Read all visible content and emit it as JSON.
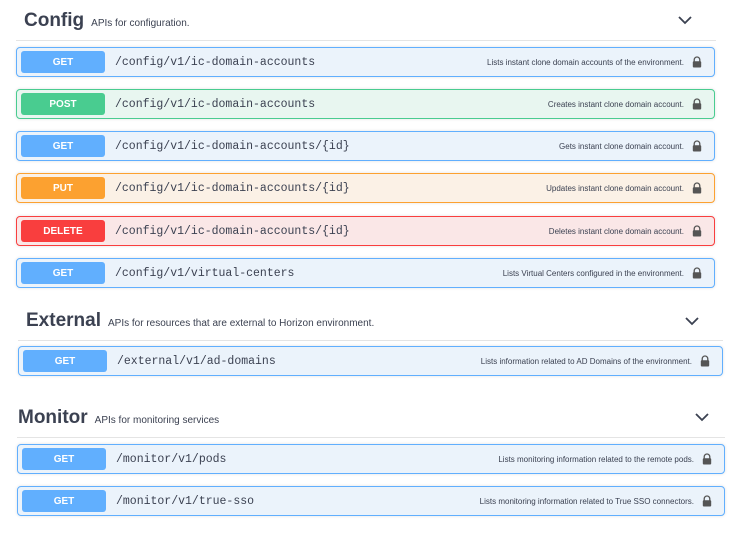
{
  "colors": {
    "get": "#61affe",
    "post": "#49cc90",
    "put": "#fca130",
    "delete": "#f93e3e",
    "text": "#3b4151"
  },
  "sections": [
    {
      "title": "Config",
      "description": "APIs for configuration.",
      "icon": "chevron-down-icon",
      "operations": [
        {
          "method": "GET",
          "path": "/config/v1/ic-domain-accounts",
          "summary": "Lists instant clone domain accounts of the environment.",
          "icon": "lock-icon"
        },
        {
          "method": "POST",
          "path": "/config/v1/ic-domain-accounts",
          "summary": "Creates instant clone domain account.",
          "icon": "lock-icon"
        },
        {
          "method": "GET",
          "path": "/config/v1/ic-domain-accounts/{id}",
          "summary": "Gets instant clone domain account.",
          "icon": "lock-icon"
        },
        {
          "method": "PUT",
          "path": "/config/v1/ic-domain-accounts/{id}",
          "summary": "Updates instant clone domain account.",
          "icon": "lock-icon"
        },
        {
          "method": "DELETE",
          "path": "/config/v1/ic-domain-accounts/{id}",
          "summary": "Deletes instant clone domain account.",
          "icon": "lock-icon"
        },
        {
          "method": "GET",
          "path": "/config/v1/virtual-centers",
          "summary": "Lists Virtual Centers configured in the environment.",
          "icon": "lock-icon"
        }
      ]
    },
    {
      "title": "External",
      "description": "APIs for resources that are external to Horizon environment.",
      "icon": "chevron-down-icon",
      "operations": [
        {
          "method": "GET",
          "path": "/external/v1/ad-domains",
          "summary": "Lists information related to AD Domains of the environment.",
          "icon": "lock-icon"
        }
      ]
    },
    {
      "title": "Monitor",
      "description": "APIs for monitoring services",
      "icon": "chevron-down-icon",
      "operations": [
        {
          "method": "GET",
          "path": "/monitor/v1/pods",
          "summary": "Lists monitoring information related to the remote pods.",
          "icon": "lock-icon"
        },
        {
          "method": "GET",
          "path": "/monitor/v1/true-sso",
          "summary": "Lists monitoring information related to True SSO connectors.",
          "icon": "lock-icon"
        }
      ]
    }
  ]
}
